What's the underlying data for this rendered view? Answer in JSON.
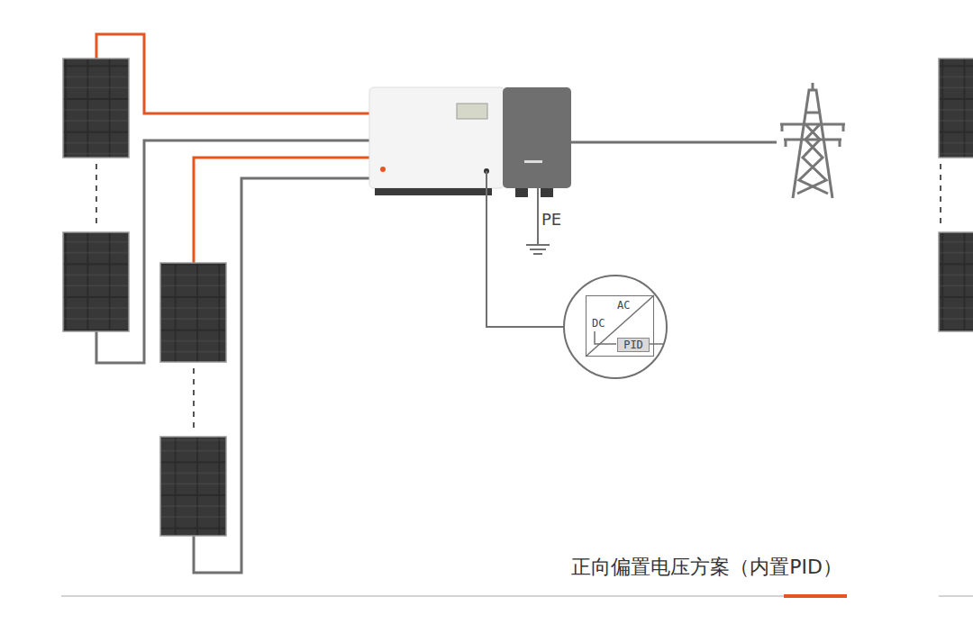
{
  "diagram": {
    "title": "正向偏置电压方案（内置PID）",
    "nodes": [
      {
        "text": [
          "AC",
          "DC"
        ]
      },
      {
        "text": [
          "PID"
        ],
        "in": 0
      }
    ],
    "edges": [],
    "labels": [
      "PE"
    ]
  }
}
